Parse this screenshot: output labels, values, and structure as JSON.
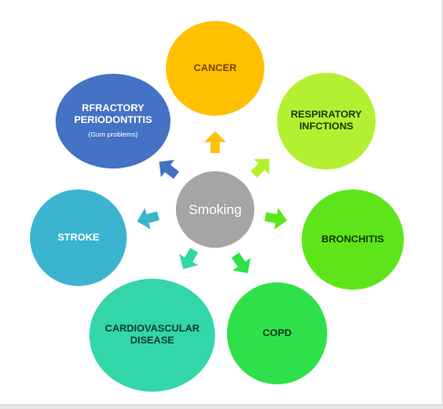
{
  "center": {
    "label": "Smoking",
    "color": "#a5a5a5"
  },
  "nodes": [
    {
      "id": "cancer",
      "label": "CANCER",
      "sub": "",
      "color": "#ffc000",
      "text": "#7f3f00"
    },
    {
      "id": "respiratory",
      "label": "RESPIRATORY\nINFCTIONS",
      "sub": "",
      "color": "#b4f032",
      "text": "#1f3300"
    },
    {
      "id": "bronchitis",
      "label": "BRONCHITIS",
      "sub": "",
      "color": "#5ee51a",
      "text": "#153300"
    },
    {
      "id": "copd",
      "label": "COPD",
      "sub": "",
      "color": "#2ee14a",
      "text": "#0f3318"
    },
    {
      "id": "cardio",
      "label": "CARDIOVASCULAR\nDISEASE",
      "sub": "",
      "color": "#33d6a8",
      "text": "#0d3b30"
    },
    {
      "id": "stroke",
      "label": "STROKE",
      "sub": "",
      "color": "#3bb4cf",
      "text": "#ffffff"
    },
    {
      "id": "periodontitis",
      "label": "RFRACTORY\nPERIODONTITIS",
      "sub": "(Gum problems)",
      "color": "#4472c4",
      "text": "#ffffff"
    }
  ]
}
